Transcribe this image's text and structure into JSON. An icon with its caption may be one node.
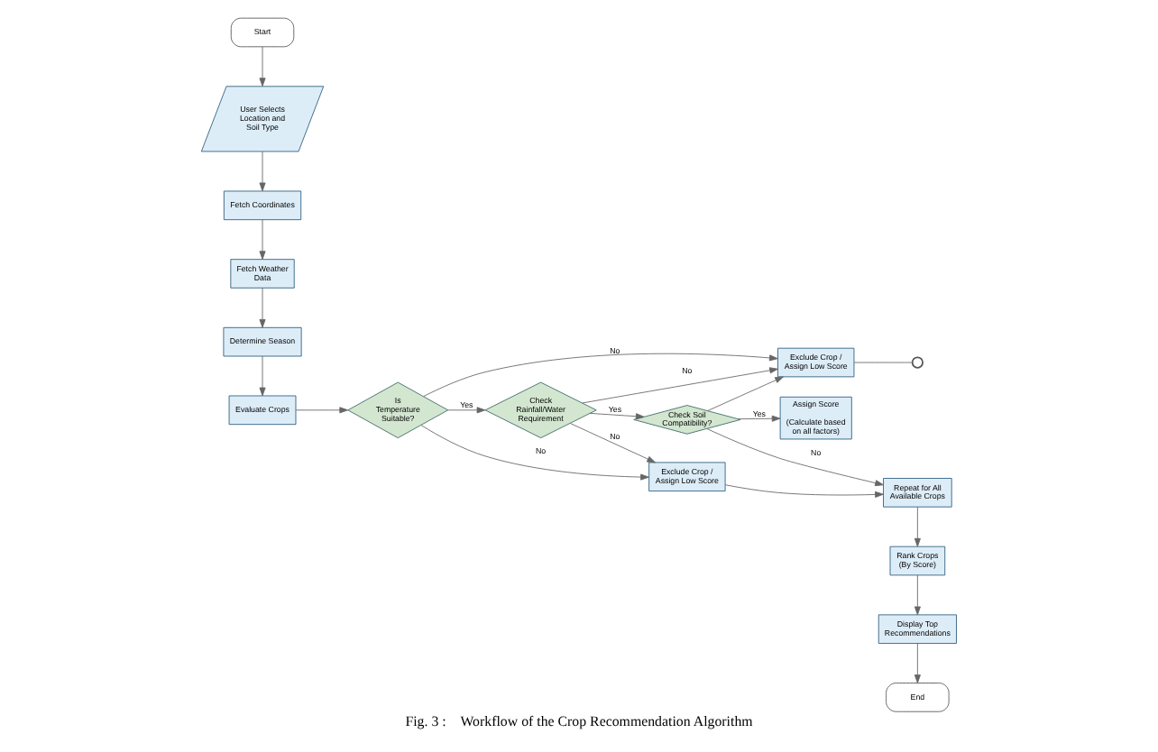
{
  "diagram": {
    "caption": "Fig. 3 :    Workflow of the Crop Recommendation Algorithm",
    "nodes": [
      {
        "text": [
          "Start"
        ]
      },
      {
        "text": [
          "User Selects Location and Soil Type"
        ]
      },
      {
        "text": [
          "Fetch Coordinates"
        ]
      },
      {
        "text": [
          "Fetch Weather Data"
        ]
      },
      {
        "text": [
          "Determine Season"
        ]
      },
      {
        "text": [
          "Evaluate Crops"
        ]
      },
      {
        "text": [
          "Is Temperature Suitable?"
        ]
      },
      {
        "text": [
          "Check Rainfall/Water Requirement"
        ]
      },
      {
        "text": [
          "Check Soil Compatibility?"
        ]
      },
      {
        "text": [
          "Exclude Crop / Assign Low Score"
        ]
      },
      {
        "text": [
          "Assign Score",
          "(Calculate based on all factors)"
        ]
      },
      {
        "text": [
          "Exclude Crop / Assign Low Score"
        ]
      },
      {
        "text": [],
        "shape": "circle"
      },
      {
        "text": [
          "Repeat for All Available Crops"
        ]
      },
      {
        "text": [
          "Rank Crops (By Score)"
        ]
      },
      {
        "text": [
          "Display Top Recommendations"
        ]
      },
      {
        "text": [
          "End"
        ]
      }
    ],
    "edges": [
      {
        "from": 0,
        "to": 1,
        "arrow": "to"
      },
      {
        "from": 1,
        "to": 2,
        "arrow": "to"
      },
      {
        "from": 2,
        "to": 3,
        "arrow": "to"
      },
      {
        "from": 3,
        "to": 4,
        "arrow": "to"
      },
      {
        "from": 4,
        "to": 5,
        "arrow": "to"
      },
      {
        "from": 5,
        "to": 6,
        "arrow": "to"
      },
      {
        "from": 6,
        "to": 9,
        "label": "No",
        "arrow": "to"
      },
      {
        "from": 6,
        "to": 7,
        "label": "Yes",
        "arrow": "to"
      },
      {
        "from": 6,
        "to": 11,
        "label": "No",
        "arrow": "to"
      },
      {
        "from": 7,
        "to": 9,
        "label": "No",
        "arrow": "to"
      },
      {
        "from": 7,
        "to": 8,
        "label": "Yes",
        "arrow": "to"
      },
      {
        "from": 7,
        "to": 11,
        "label": "No",
        "arrow": "to"
      },
      {
        "from": 8,
        "to": 9,
        "arrow": "to"
      },
      {
        "from": 8,
        "to": 10,
        "label": "Yes",
        "arrow": "to"
      },
      {
        "from": 8,
        "to": 13,
        "label": "No",
        "arrow": "to"
      },
      {
        "from": 11,
        "to": 13,
        "arrow": "to"
      },
      {
        "from": 9,
        "to": 12,
        "arrow": "none"
      },
      {
        "from": 13,
        "to": 14,
        "arrow": "to"
      },
      {
        "from": 14,
        "to": 15,
        "arrow": "to"
      },
      {
        "from": 15,
        "to": 16,
        "arrow": "to"
      }
    ]
  }
}
